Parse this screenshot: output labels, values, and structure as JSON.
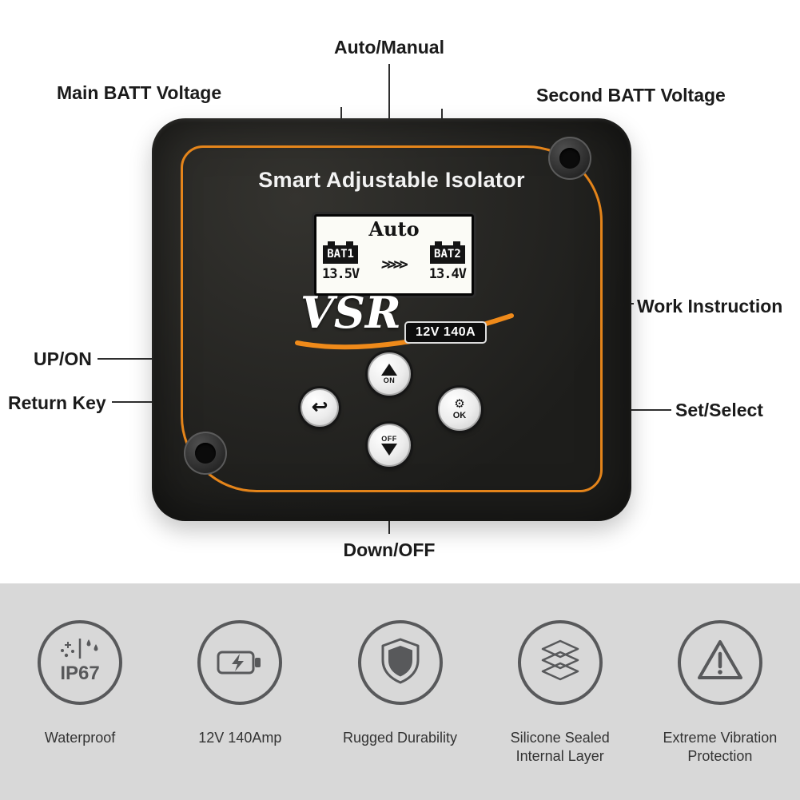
{
  "callouts": {
    "auto_manual": "Auto/Manual",
    "main_batt_voltage": "Main BATT Voltage",
    "second_batt_voltage": "Second BATT Voltage",
    "work_instruction": "Work Instruction",
    "up_on": "UP/ON",
    "return_key": "Return Key",
    "set_select": "Set/Select",
    "down_off": "Down/OFF"
  },
  "device": {
    "title": "Smart Adjustable Isolator",
    "display": {
      "mode": "Auto",
      "bat1_label": "BAT1",
      "bat1_voltage": "13.5V",
      "flow_arrows": ">>>>",
      "bat2_label": "BAT2",
      "bat2_voltage": "13.4V"
    },
    "brand": "VSR",
    "rating_badge": "12V 140A",
    "buttons": {
      "up_label": "ON",
      "down_label": "OFF",
      "ok_label": "OK",
      "return_icon": "↩",
      "gear_icon": "⚙"
    }
  },
  "features": [
    {
      "icon": "ip67-waterproof-icon",
      "icon_text": "IP67",
      "label": "Waterproof"
    },
    {
      "icon": "battery-power-icon",
      "label": "12V 140Amp"
    },
    {
      "icon": "shield-icon",
      "label": "Rugged Durability"
    },
    {
      "icon": "layers-icon",
      "label": "Silicone Sealed\nInternal Layer"
    },
    {
      "icon": "warning-triangle-icon",
      "label": "Extreme Vibration\nProtection"
    }
  ],
  "colors": {
    "accent_orange": "#ef8a1a",
    "device_body": "#262624",
    "band_background": "#d8d8d8",
    "icon_stroke": "#58595b"
  }
}
